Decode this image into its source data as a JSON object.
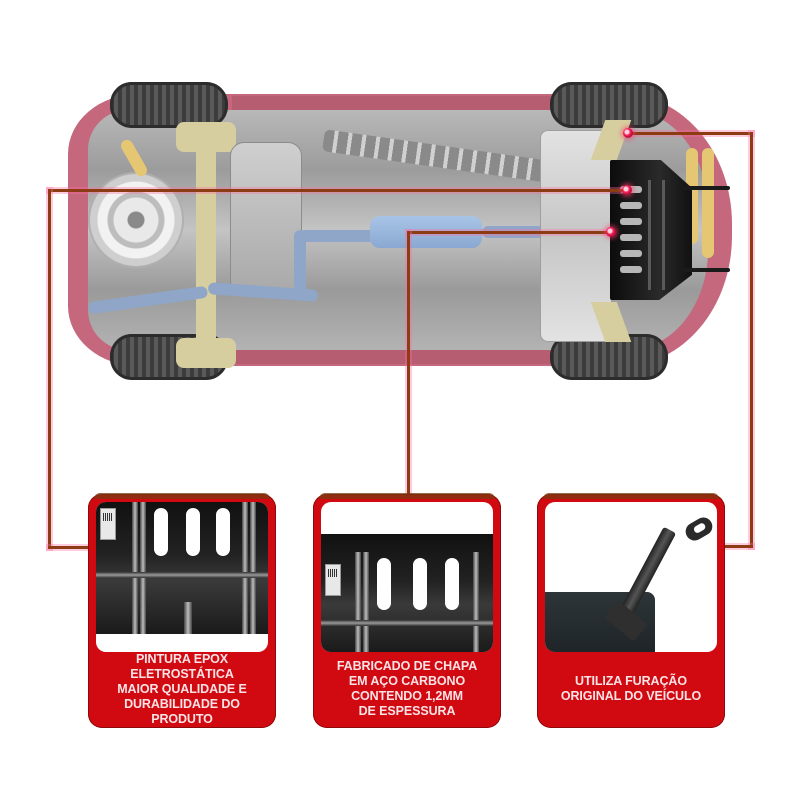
{
  "image": {
    "subject": "car underside with engine protector (skid plate) highlighted",
    "colors": {
      "panel_red": "#d10a12",
      "connector_line": "#8b3c12",
      "callout_dot": "#ff2a64",
      "car_body": "#c5687e",
      "caption_text": "#fbe3e6"
    }
  },
  "callouts": [
    {
      "id": "epox",
      "caption": "PINTURA EPOX\nELETROSTÁTICA\nMAIOR QUALIDADE E\nDURABILIDADE DO PRODUTO",
      "photo": "close-up of black plate with slots and ribs"
    },
    {
      "id": "chapa",
      "caption": "FABRICADO DE CHAPA\nEM AÇO CARBONO\nCONTENDO 1,2MM\nDE ESPESSURA",
      "photo": "close-up of black carbon steel plate with slots"
    },
    {
      "id": "furacao",
      "caption": "UTILIZA FURAÇÃO\nORIGINAL DO VEÍCULO",
      "photo": "close-up of mounting bracket with hole"
    }
  ]
}
